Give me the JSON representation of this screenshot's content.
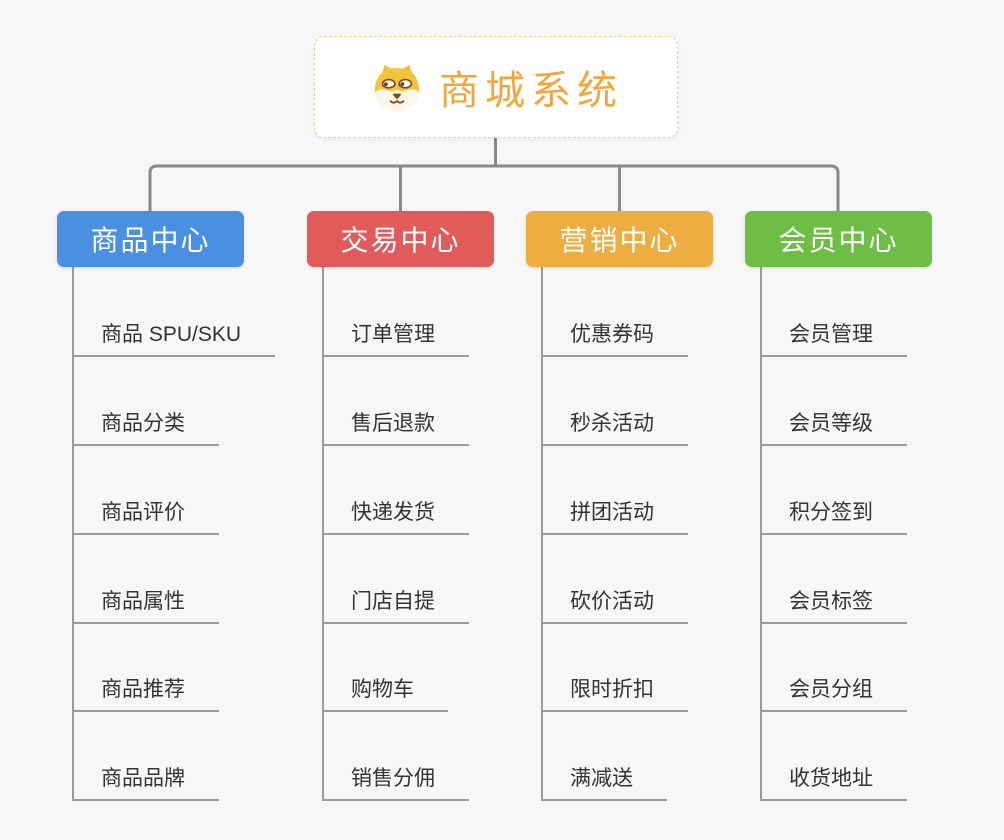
{
  "root": {
    "title": "商城系统",
    "icon": "dog-face-icon",
    "accent_color": "#F2A73D",
    "border_color": "#F2CF96"
  },
  "connector_color": "#8A8A8A",
  "background_color": "#F7F7F7",
  "branches": [
    {
      "label": "商品中心",
      "color": "#4A90E2",
      "items": [
        "商品 SPU/SKU",
        "商品分类",
        "商品评价",
        "商品属性",
        "商品推荐",
        "商品品牌"
      ]
    },
    {
      "label": "交易中心",
      "color": "#E25B5B",
      "items": [
        "订单管理",
        "售后退款",
        "快递发货",
        "门店自提",
        "购物车",
        "销售分佣"
      ]
    },
    {
      "label": "营销中心",
      "color": "#EDAD40",
      "items": [
        "优惠券码",
        "秒杀活动",
        "拼团活动",
        "砍价活动",
        "限时折扣",
        "满减送"
      ]
    },
    {
      "label": "会员中心",
      "color": "#6EBE45",
      "items": [
        "会员管理",
        "会员等级",
        "积分签到",
        "会员标签",
        "会员分组",
        "收货地址"
      ]
    }
  ]
}
